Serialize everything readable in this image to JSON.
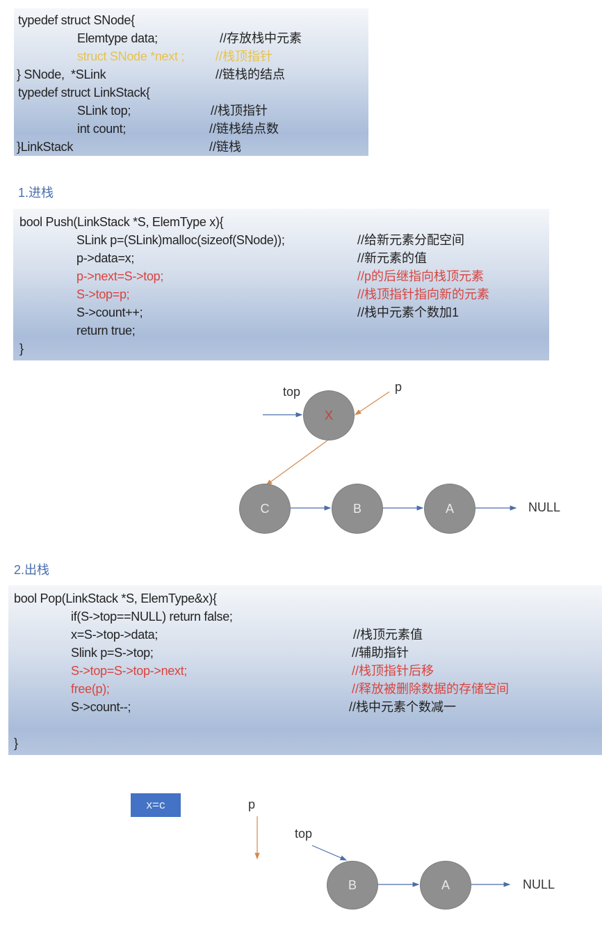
{
  "struct_block": {
    "lines": [
      {
        "code": "typedef struct SNode{",
        "comment": ""
      },
      {
        "code": "Elemtype data;",
        "comment": "//存放栈中元素"
      },
      {
        "code": "struct SNode *next ;",
        "comment": "//栈顶指针"
      },
      {
        "code": "} SNode,  *SLink",
        "comment": "//链栈的结点"
      },
      {
        "code": "typedef struct LinkStack{",
        "comment": ""
      },
      {
        "code": "SLink top;",
        "comment": "//栈顶指针"
      },
      {
        "code": "int count;",
        "comment": "//链栈结点数"
      },
      {
        "code": "}LinkStack",
        "comment": "//链栈"
      }
    ]
  },
  "push_section": {
    "heading": "1.进栈",
    "lines": [
      {
        "code": "bool Push(LinkStack *S, ElemType x){",
        "comment": ""
      },
      {
        "code": "SLink p=(SLink)malloc(sizeof(SNode));",
        "comment": "//给新元素分配空间"
      },
      {
        "code": "p->data=x;",
        "comment": "//新元素的值"
      },
      {
        "code": "p->next=S->top;",
        "comment": "//p的后继指向栈顶元素"
      },
      {
        "code": "S->top=p;",
        "comment": "//栈顶指针指向新的元素"
      },
      {
        "code": "S->count++;",
        "comment": "//栈中元素个数加1"
      },
      {
        "code": "return true;",
        "comment": ""
      },
      {
        "code": "}",
        "comment": ""
      }
    ],
    "diagram": {
      "top_label": "top",
      "p_label": "p",
      "new_node": "X",
      "nodes": [
        "C",
        "B",
        "A"
      ],
      "null_label": "NULL"
    }
  },
  "pop_section": {
    "heading": "2.出栈",
    "lines": [
      {
        "code": "bool Pop(LinkStack *S, ElemType&x){",
        "comment": ""
      },
      {
        "code": "if(S->top==NULL) return false;",
        "comment": ""
      },
      {
        "code": "x=S->top->data;",
        "comment": "//栈顶元素值"
      },
      {
        "code": "Slink p=S->top;",
        "comment": "//辅助指针"
      },
      {
        "code": "S->top=S->top->next;",
        "comment": "//栈顶指针后移"
      },
      {
        "code": "free(p);",
        "comment": "//释放被删除数据的存储空间"
      },
      {
        "code": "S->count--;",
        "comment": "//栈中元素个数减一"
      },
      {
        "code": "}",
        "comment": ""
      }
    ],
    "diagram": {
      "x_box": "x=c",
      "p_label": "p",
      "top_label": "top",
      "nodes": [
        "B",
        "A"
      ],
      "null_label": "NULL"
    }
  },
  "colors": {
    "highlight_red": "#d9443f",
    "highlight_yellow": "#e8c24c",
    "heading_blue": "#4b6fae",
    "node_gray": "#8f8f8f",
    "arrow_blue": "#4a6ea8",
    "arrow_orange": "#d4894a",
    "box_blue": "#4472c4"
  }
}
